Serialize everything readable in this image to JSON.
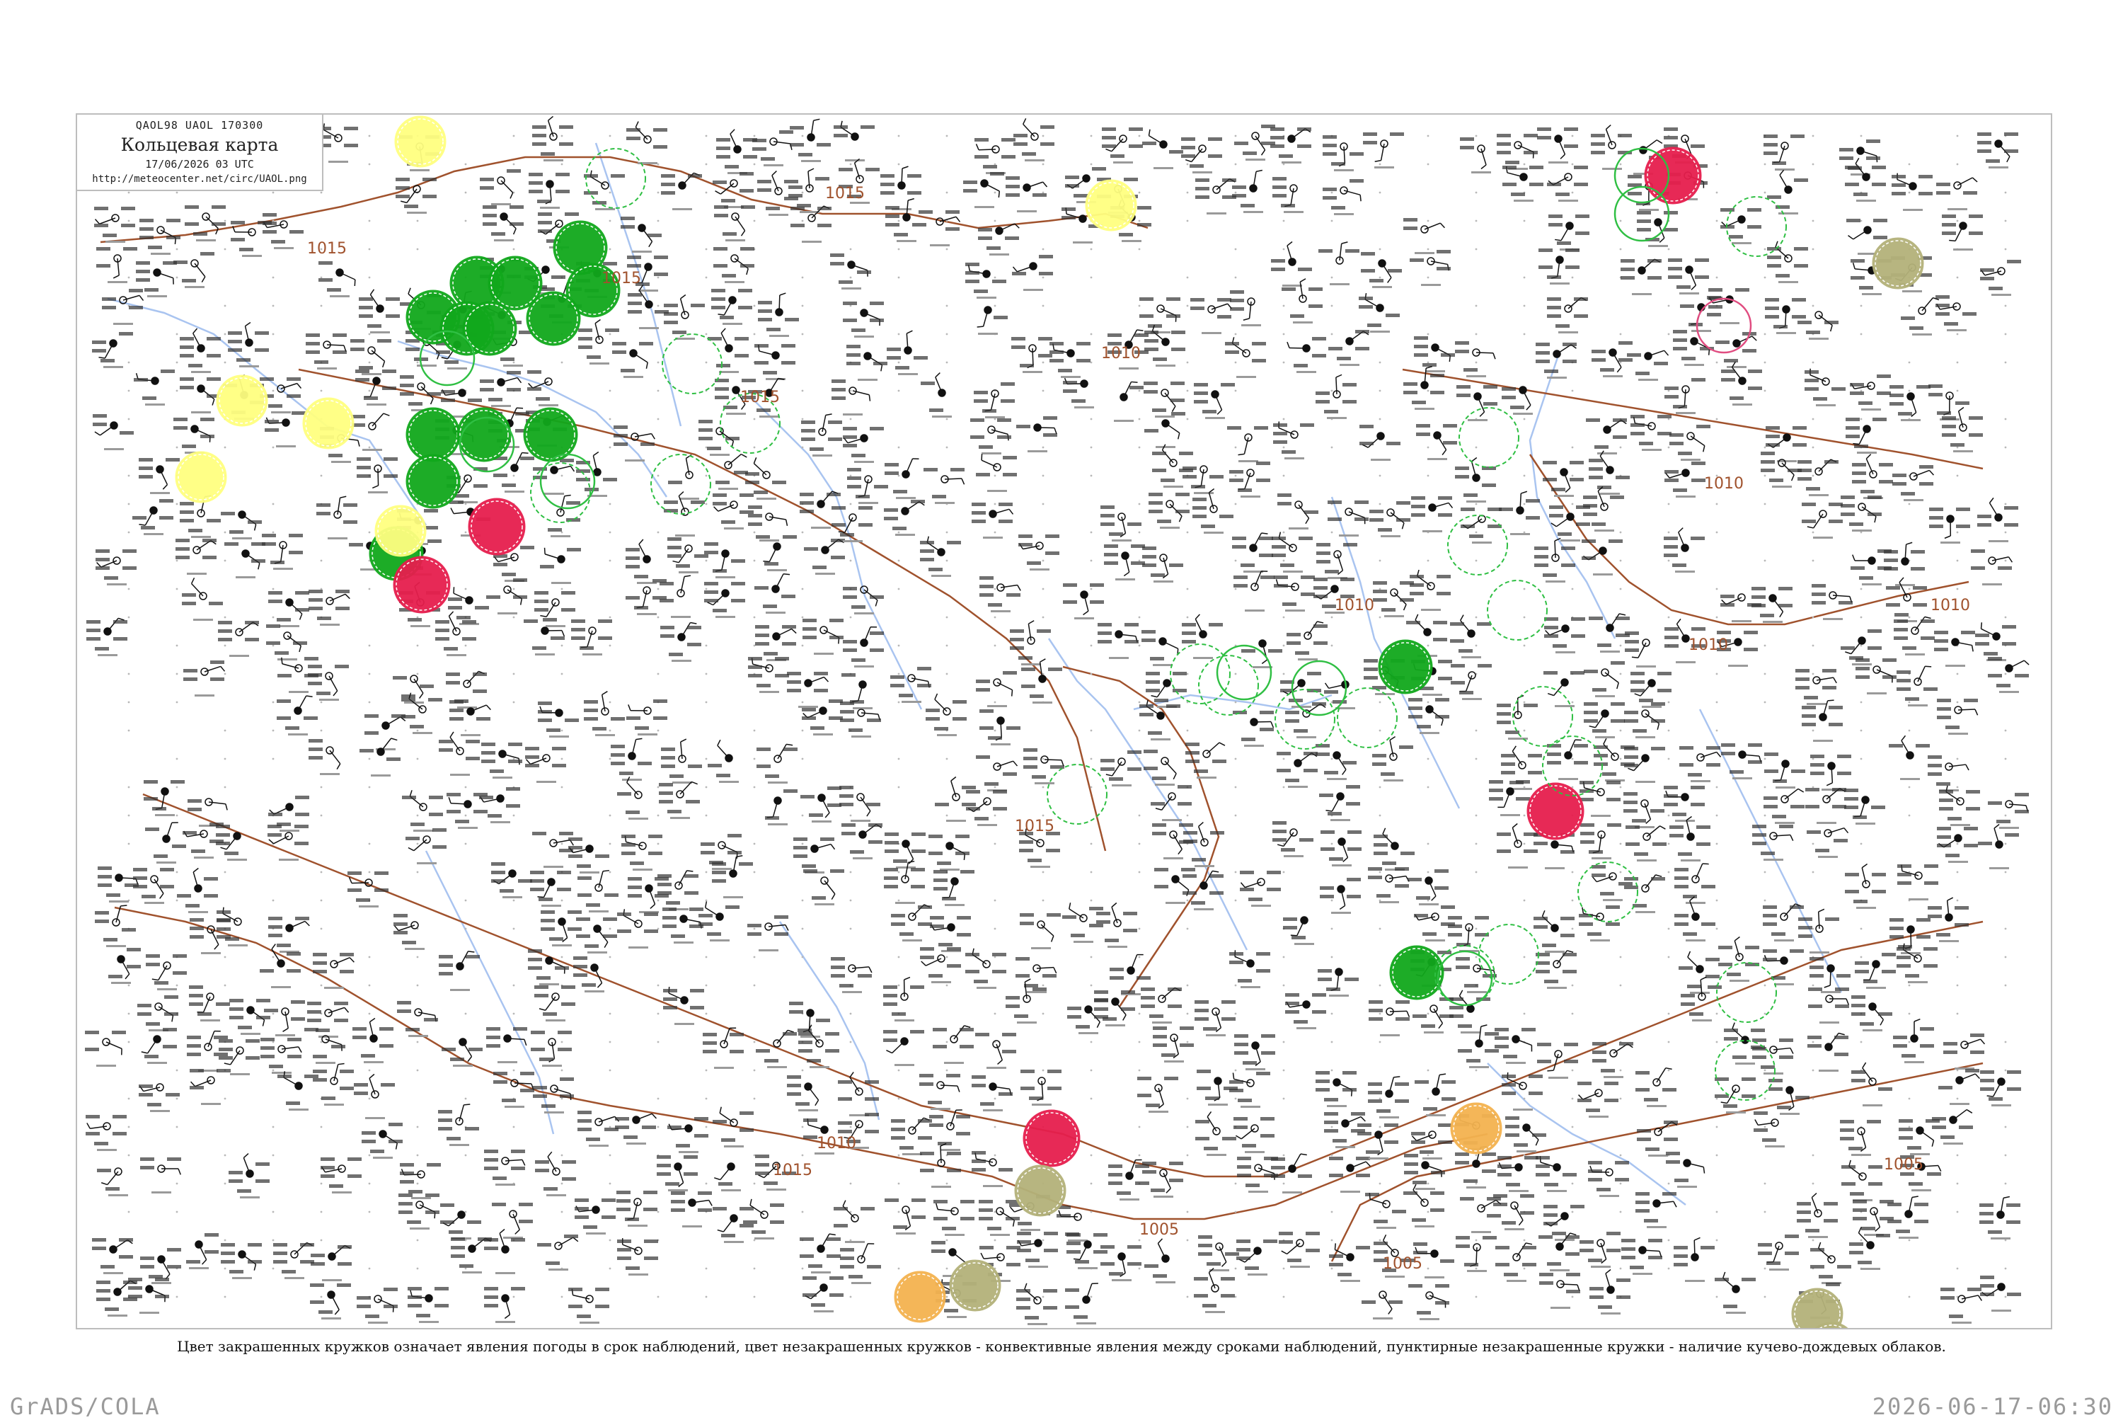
{
  "header": {
    "code_line": "QAOL98  UAOL  170300",
    "title": "Кольцевая карта",
    "datetime": "17/06/2026 03 UTC",
    "url": "http://meteocenter.net/circ/UAOL.png"
  },
  "caption": "Цвет закрашенных кружков означает явления погоды в срок наблюдений, цвет незакрашенных кружков - конвективные явления между сроками наблюдений, пунктирные незакрашенные кружки - наличие кучево-дождевых облаков.",
  "footer": {
    "left": "GrADS/COLA",
    "right": "2026-06-17-06:30"
  },
  "isobars": [
    "1015",
    "1015",
    "1015",
    "1015",
    "1015",
    "1015",
    "1010",
    "1010",
    "1010",
    "1010",
    "1010",
    "1010",
    "1005",
    "1005",
    "1005"
  ],
  "colors": {
    "green": "#11a81c",
    "red": "#e61e4d",
    "yellow": "#ffff80",
    "orange": "#f4b350",
    "olive": "#b4b27a",
    "isobar": "#a0522d",
    "river": "#a9c4f0",
    "dashed_green": "#2fbf43"
  }
}
